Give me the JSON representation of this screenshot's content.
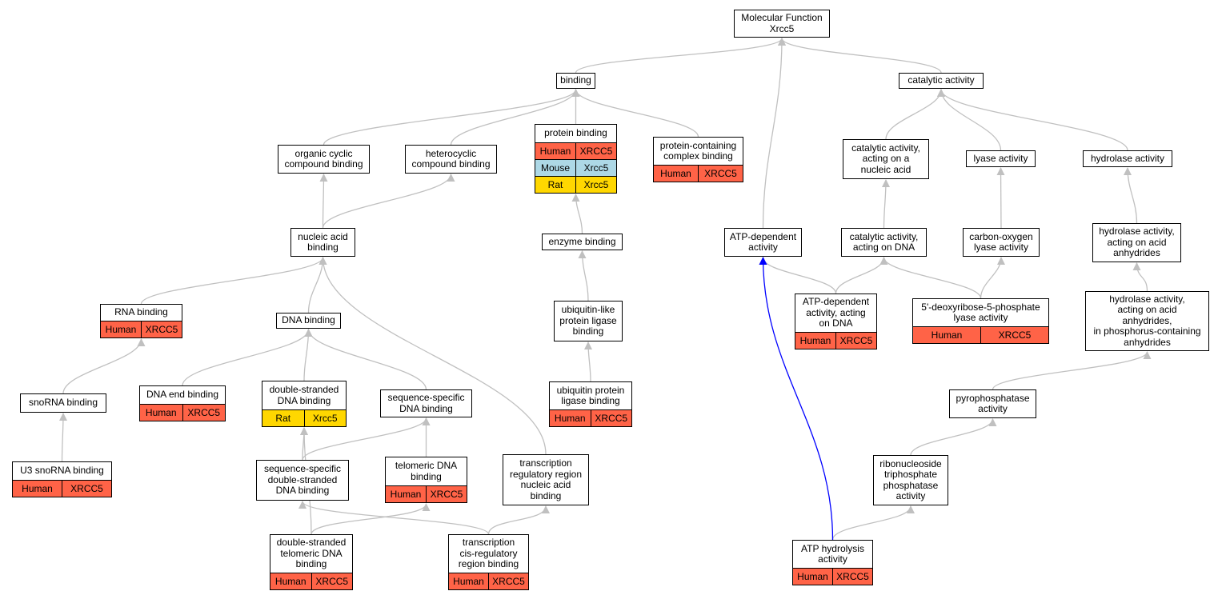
{
  "colors": {
    "edge": "#c0c0c0",
    "highlight_edge": "#0000ff",
    "Human": "#ff6347",
    "Mouse": "#add8e6",
    "Rat": "#ffd700"
  },
  "nodes": {
    "mf": {
      "label": "Molecular Function\nXrcc5",
      "annotations": []
    },
    "binding": {
      "label": "binding",
      "annotations": []
    },
    "catalytic": {
      "label": "catalytic activity",
      "annotations": []
    },
    "organic_cyclic": {
      "label": "organic cyclic\ncompound binding",
      "annotations": []
    },
    "heterocyclic": {
      "label": "heterocyclic\ncompound binding",
      "annotations": []
    },
    "protein_binding": {
      "label": "protein binding",
      "annotations": [
        {
          "species": "Human",
          "gene": "XRCC5"
        },
        {
          "species": "Mouse",
          "gene": "Xrcc5"
        },
        {
          "species": "Rat",
          "gene": "Xrcc5"
        }
      ]
    },
    "protein_complex": {
      "label": "protein-containing\ncomplex binding",
      "annotations": [
        {
          "species": "Human",
          "gene": "XRCC5"
        }
      ]
    },
    "cat_nucleic": {
      "label": "catalytic activity,\nacting on a\nnucleic acid",
      "annotations": []
    },
    "lyase": {
      "label": "lyase activity",
      "annotations": []
    },
    "hydrolase": {
      "label": "hydrolase activity",
      "annotations": []
    },
    "nucleic_acid": {
      "label": "nucleic acid\nbinding",
      "annotations": []
    },
    "enzyme_binding": {
      "label": "enzyme binding",
      "annotations": []
    },
    "atp_dependent": {
      "label": "ATP-dependent\nactivity",
      "annotations": []
    },
    "cat_dna": {
      "label": "catalytic activity,\nacting on DNA",
      "annotations": []
    },
    "carbon_oxygen": {
      "label": "carbon-oxygen\nlyase activity",
      "annotations": []
    },
    "hydrolase_acid": {
      "label": "hydrolase activity,\nacting on acid\nanhydrides",
      "annotations": []
    },
    "rna_binding": {
      "label": "RNA binding",
      "annotations": [
        {
          "species": "Human",
          "gene": "XRCC5"
        }
      ]
    },
    "dna_binding": {
      "label": "DNA binding",
      "annotations": []
    },
    "ubl_ligase": {
      "label": "ubiquitin-like\nprotein ligase\nbinding",
      "annotations": []
    },
    "atp_dep_dna": {
      "label": "ATP-dependent\nactivity, acting\non DNA",
      "annotations": [
        {
          "species": "Human",
          "gene": "XRCC5"
        }
      ]
    },
    "deoxyribose": {
      "label": "5'-deoxyribose-5-phosphate\nlyase activity",
      "annotations": [
        {
          "species": "Human",
          "gene": "XRCC5"
        }
      ]
    },
    "hydrolase_phos": {
      "label": "hydrolase activity,\nacting on acid\nanhydrides,\nin phosphorus-containing\nanhydrides",
      "annotations": []
    },
    "snorna": {
      "label": "snoRNA binding",
      "annotations": []
    },
    "dna_end": {
      "label": "DNA end binding",
      "annotations": [
        {
          "species": "Human",
          "gene": "XRCC5"
        }
      ]
    },
    "ds_dna": {
      "label": "double-stranded\nDNA binding",
      "annotations": [
        {
          "species": "Rat",
          "gene": "Xrcc5"
        }
      ]
    },
    "seq_specific": {
      "label": "sequence-specific\nDNA binding",
      "annotations": []
    },
    "ub_ligase": {
      "label": "ubiquitin protein\nligase binding",
      "annotations": [
        {
          "species": "Human",
          "gene": "XRCC5"
        }
      ]
    },
    "pyrophosphatase": {
      "label": "pyrophosphatase\nactivity",
      "annotations": []
    },
    "u3_snorna": {
      "label": "U3 snoRNA binding",
      "annotations": [
        {
          "species": "Human",
          "gene": "XRCC5"
        }
      ]
    },
    "seq_ds": {
      "label": "sequence-specific\ndouble-stranded\nDNA binding",
      "annotations": []
    },
    "telomeric": {
      "label": "telomeric DNA\nbinding",
      "annotations": [
        {
          "species": "Human",
          "gene": "XRCC5"
        }
      ]
    },
    "tr_region": {
      "label": "transcription\nregulatory region\nnucleic acid\nbinding",
      "annotations": []
    },
    "ribonucleoside": {
      "label": "ribonucleoside\ntriphosphate\nphosphatase\nactivity",
      "annotations": []
    },
    "ds_telomeric": {
      "label": "double-stranded\ntelomeric DNA\nbinding",
      "annotations": [
        {
          "species": "Human",
          "gene": "XRCC5"
        }
      ]
    },
    "tr_cis": {
      "label": "transcription\ncis-regulatory\nregion binding",
      "annotations": [
        {
          "species": "Human",
          "gene": "XRCC5"
        }
      ]
    },
    "atp_hydrolysis": {
      "label": "ATP hydrolysis\nactivity",
      "annotations": [
        {
          "species": "Human",
          "gene": "XRCC5"
        }
      ]
    }
  },
  "edges": [
    {
      "from": "binding",
      "to": "mf"
    },
    {
      "from": "catalytic",
      "to": "mf"
    },
    {
      "from": "atp_dependent",
      "to": "mf"
    },
    {
      "from": "organic_cyclic",
      "to": "binding"
    },
    {
      "from": "heterocyclic",
      "to": "binding"
    },
    {
      "from": "protein_binding",
      "to": "binding"
    },
    {
      "from": "protein_complex",
      "to": "binding"
    },
    {
      "from": "cat_nucleic",
      "to": "catalytic"
    },
    {
      "from": "lyase",
      "to": "catalytic"
    },
    {
      "from": "hydrolase",
      "to": "catalytic"
    },
    {
      "from": "nucleic_acid",
      "to": "organic_cyclic"
    },
    {
      "from": "nucleic_acid",
      "to": "heterocyclic"
    },
    {
      "from": "enzyme_binding",
      "to": "protein_binding"
    },
    {
      "from": "cat_dna",
      "to": "cat_nucleic"
    },
    {
      "from": "carbon_oxygen",
      "to": "lyase"
    },
    {
      "from": "hydrolase_acid",
      "to": "hydrolase"
    },
    {
      "from": "rna_binding",
      "to": "nucleic_acid"
    },
    {
      "from": "dna_binding",
      "to": "nucleic_acid"
    },
    {
      "from": "tr_region",
      "to": "nucleic_acid"
    },
    {
      "from": "ubl_ligase",
      "to": "enzyme_binding"
    },
    {
      "from": "atp_dep_dna",
      "to": "atp_dependent"
    },
    {
      "from": "atp_dep_dna",
      "to": "cat_dna"
    },
    {
      "from": "deoxyribose",
      "to": "cat_dna"
    },
    {
      "from": "deoxyribose",
      "to": "carbon_oxygen"
    },
    {
      "from": "hydrolase_phos",
      "to": "hydrolase_acid"
    },
    {
      "from": "snorna",
      "to": "rna_binding"
    },
    {
      "from": "dna_end",
      "to": "dna_binding"
    },
    {
      "from": "ds_dna",
      "to": "dna_binding"
    },
    {
      "from": "seq_specific",
      "to": "dna_binding"
    },
    {
      "from": "ub_ligase",
      "to": "ubl_ligase"
    },
    {
      "from": "pyrophosphatase",
      "to": "hydrolase_phos"
    },
    {
      "from": "u3_snorna",
      "to": "snorna"
    },
    {
      "from": "seq_ds",
      "to": "ds_dna"
    },
    {
      "from": "seq_ds",
      "to": "seq_specific"
    },
    {
      "from": "telomeric",
      "to": "seq_specific"
    },
    {
      "from": "ribonucleoside",
      "to": "pyrophosphatase"
    },
    {
      "from": "ds_telomeric",
      "to": "ds_dna"
    },
    {
      "from": "ds_telomeric",
      "to": "telomeric"
    },
    {
      "from": "tr_cis",
      "to": "seq_ds"
    },
    {
      "from": "tr_cis",
      "to": "tr_region"
    },
    {
      "from": "atp_hydrolysis",
      "to": "ribonucleoside"
    },
    {
      "from": "atp_hydrolysis",
      "to": "atp_dependent",
      "highlight": true
    }
  ]
}
